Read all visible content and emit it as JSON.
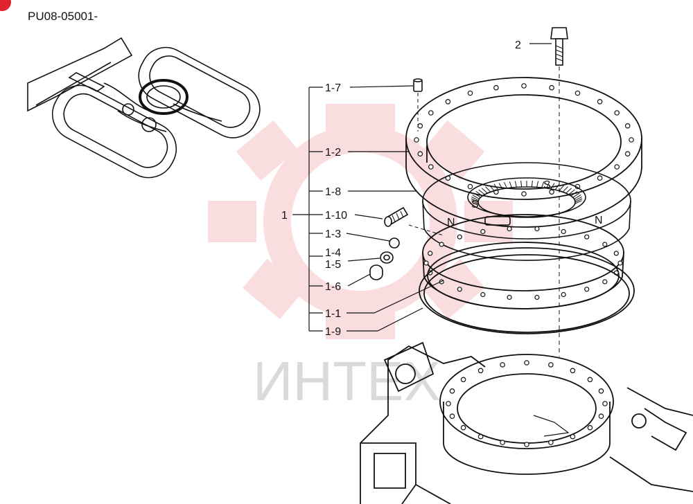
{
  "header": {
    "code": "PU08-05001-"
  },
  "watermark": {
    "text": "ИНТЕХ",
    "color": "#f2a0a4"
  },
  "colors": {
    "badge": "#e0232e",
    "lines": "#111111"
  },
  "callouts": {
    "assembly": "1",
    "p1_7": "1-7",
    "p1_2": "1-2",
    "p1_8": "1-8",
    "p1_10": "1-10",
    "p1_3": "1-3",
    "p1_4": "1-4",
    "p1_5": "1-5",
    "p1_6": "1-6",
    "p1_1": "1-1",
    "p1_9": "1-9",
    "p2": "2"
  },
  "ring_marks": [
    "S",
    "S",
    "N",
    "N"
  ]
}
